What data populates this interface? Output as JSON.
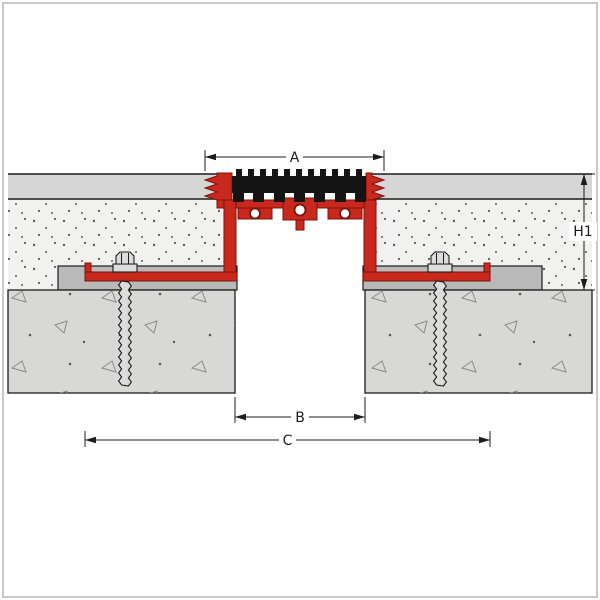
{
  "labels": {
    "a": "A",
    "h1": "H1",
    "b": "B",
    "c": "C"
  },
  "colors": {
    "profile_red": "#c9281c",
    "profile_red_dark": "#7d120b",
    "insert_black": "#141414",
    "cover_gray": "#d6d6d6",
    "screed_gray": "#f1f1ef",
    "mortar_gray": "#b9b9b9",
    "slab_gray": "#d8d8d6",
    "hardware_gray": "#dcdcdc",
    "line_black": "#1c1c1c",
    "border_gray": "#c9c9c9",
    "stipple_dot": "#5a5a5a",
    "aggregate_line": "#8a8a8a"
  }
}
